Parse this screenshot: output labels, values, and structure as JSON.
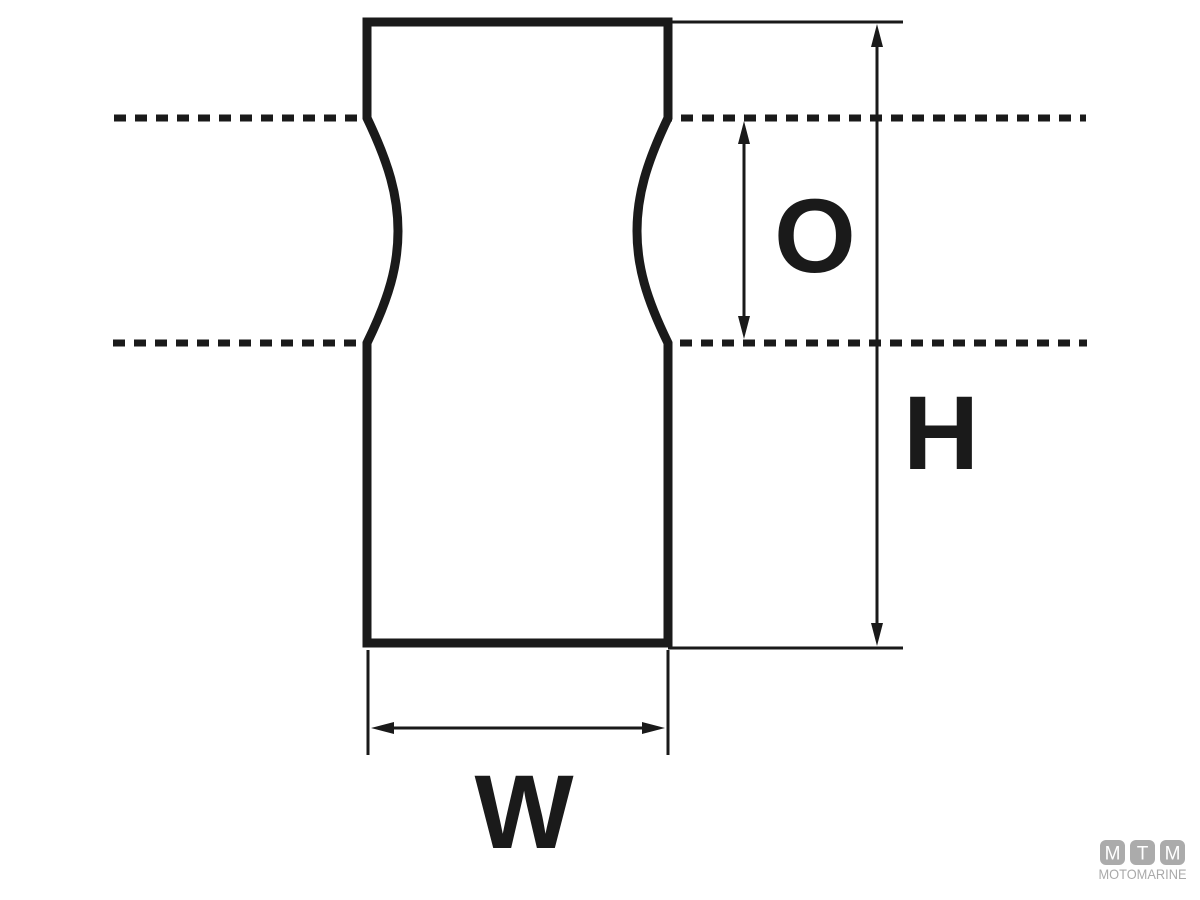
{
  "colors": {
    "line": "#1a1a1a",
    "background": "#ffffff",
    "logo_gray": "#a9a9a9",
    "logo_tile_gray": "#ababab"
  },
  "diagram": {
    "description": "Fender profile side view with dimension arrows",
    "labels": {
      "opening": "O",
      "height": "H",
      "width": "W"
    }
  },
  "logo": {
    "tiles": [
      "M",
      "T",
      "M"
    ],
    "wordmark": "MOTOMARINE"
  }
}
